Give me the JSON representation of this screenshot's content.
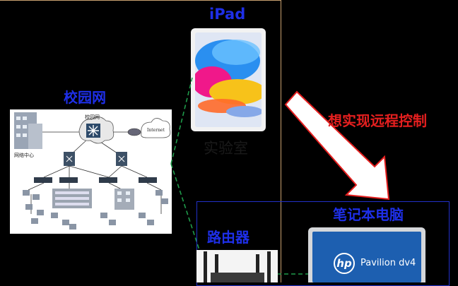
{
  "labels": {
    "ipad": "iPad",
    "campus_network": "校园网",
    "laboratory": "实验室",
    "remote_control": "想实现远程控制",
    "laptop": "笔记本电脑",
    "router": "路由器"
  },
  "campus_diagram": {
    "core_label": "校园网",
    "internet_label": "Internet",
    "network_center_label": "网络中心"
  },
  "laptop_screen": {
    "brand": "hp",
    "model": "Pavilion dv4"
  },
  "colors": {
    "lab_border": "#c8a070",
    "lab_fill": "#000000",
    "label_blue": "#1e2fe8",
    "label_red": "#e51f1f",
    "dashed_link": "#1f9a4a",
    "arrow_outline": "#e51f1f",
    "laptop_frame_border": "#2230c8"
  }
}
